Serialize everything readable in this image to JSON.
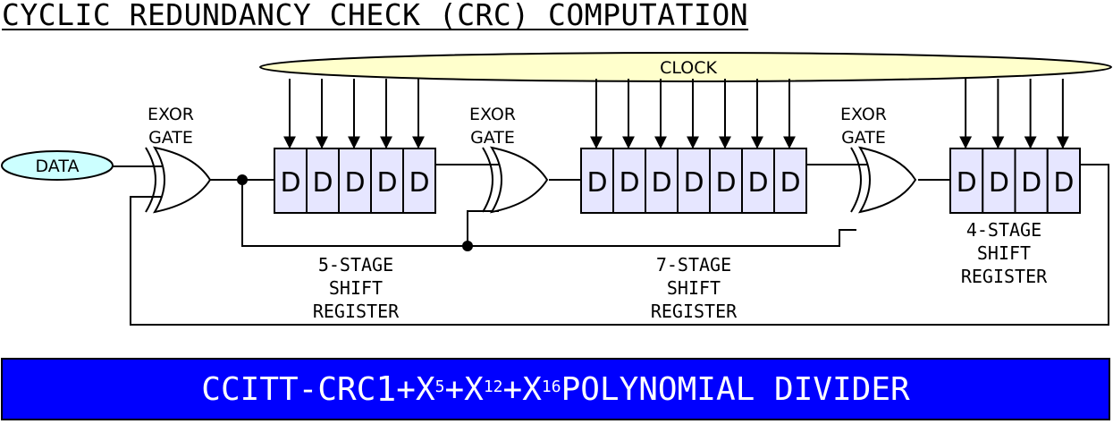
{
  "title": "CYCLIC REDUNDANCY CHECK (CRC) COMPUTATION",
  "clock": {
    "label": "CLOCK",
    "fill": "#ffffcc"
  },
  "data_input": {
    "label": "DATA",
    "fill": "#ccffff"
  },
  "gates": [
    {
      "line1": "EXOR",
      "line2": "GATE"
    },
    {
      "line1": "EXOR",
      "line2": "GATE"
    },
    {
      "line1": "EXOR",
      "line2": "GATE"
    }
  ],
  "registers": [
    {
      "stages": 5,
      "cell_label": "D",
      "line1": "5-STAGE",
      "line2": "SHIFT",
      "line3": "REGISTER"
    },
    {
      "stages": 7,
      "cell_label": "D",
      "line1": "7-STAGE",
      "line2": "SHIFT",
      "line3": "REGISTER"
    },
    {
      "stages": 4,
      "cell_label": "D",
      "line1": "4-STAGE",
      "line2": "SHIFT",
      "line3": "REGISTER"
    }
  ],
  "register_fill": "#e6e6ff",
  "banner": {
    "prefix": "CCITT-CRC ",
    "one": "1",
    "term1": "+X",
    "exp1": "5",
    "term2": "+X",
    "exp2": "12",
    "term3": "+X",
    "exp3": "16",
    "suffix": " POLYNOMIAL DIVIDER",
    "background": "#0000ff"
  }
}
